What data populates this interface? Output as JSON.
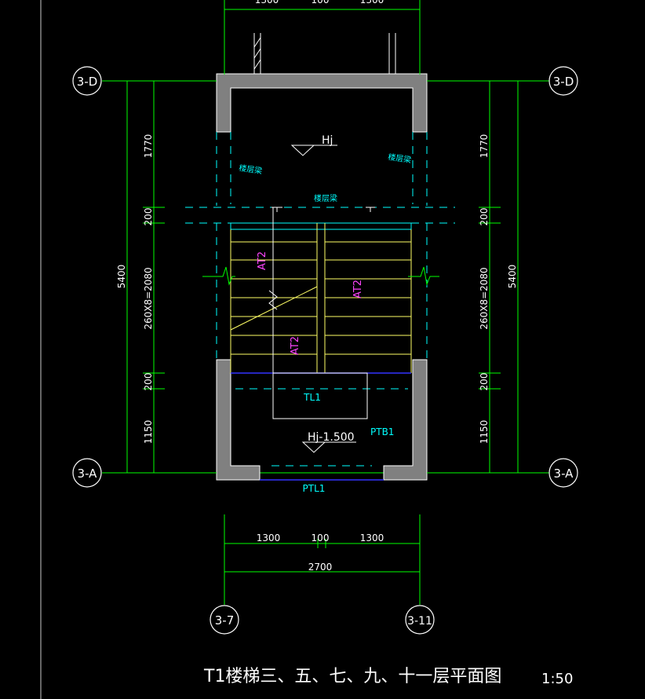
{
  "colors": {
    "background": "#000000",
    "dimension": "#00ff00",
    "wall_fill": "#808080",
    "wall_outline": "#ffffff",
    "axis_dash": "#00ffff",
    "stair_tread": "#ffff66",
    "stair_label": "#ff44ff",
    "beam_line": "#3333ff",
    "text_white": "#ffffff",
    "text_cyan": "#00ffff",
    "text_green": "#00ff00"
  },
  "grid_axes": {
    "top": "3-D",
    "bottom": "3-A",
    "left": "3-7",
    "right": "3-11"
  },
  "dimensions": {
    "vertical": [
      "1770",
      "200",
      "260X8=2080",
      "200",
      "1150"
    ],
    "vertical_total": "5400",
    "horizontal": [
      "1300",
      "100",
      "1300"
    ],
    "horizontal_total": "2700"
  },
  "labels": {
    "elevation_top": "Hj",
    "elevation_bottom": "Hj-1.500",
    "floor_beam_left": "楼层梁",
    "floor_beam_right": "楼层梁",
    "floor_beam_center": "楼层梁",
    "flight_1": "AT2",
    "flight_2": "AT2",
    "flight_3": "AT2",
    "landing_beam": "TL1",
    "landing_slab": "PTB1",
    "platform_beam": "PTL1"
  },
  "title": {
    "text": "T1楼梯三、五、七、九、十一层平面图",
    "scale": "1:50"
  }
}
